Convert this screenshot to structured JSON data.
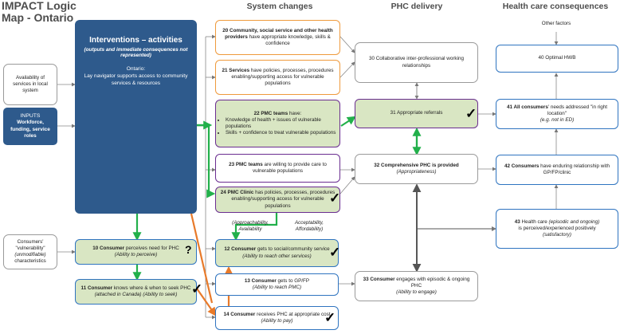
{
  "title": {
    "line1": "IMPACT Logic",
    "line2": "Map - Ontario"
  },
  "columns": {
    "system_changes": "System changes",
    "phc_delivery": "PHC delivery",
    "health_care_consequences": "Health care consequences"
  },
  "inputs": {
    "availability": "Availability of services in local system",
    "inputs_title": "INPUTS",
    "inputs_text": "Workforce, funding, service roles",
    "vulnerability_pre": "Consumers' \"vulnerability\"",
    "vulnerability_em": "(unmodifiable)",
    "vulnerability_post": "characteristics"
  },
  "interventions": {
    "title": "Interventions – activities",
    "subtitle": "(outputs and immediate consequences not represented)",
    "ontario": "Ontario:",
    "text": "Lay navigator supports access to community services & resources"
  },
  "other_factors": "Other factors",
  "boxes": {
    "b20": {
      "num_bold": "20 Community, social service and other health providers",
      "rest": "have appropriate knowledge, skills & confidence"
    },
    "b21": {
      "num_bold": "21 Services",
      "rest": "have policies, processes, procedures enabling/supporting access for vulnerable populations"
    },
    "b22": {
      "num_bold": "22 PMC teams",
      "rest": "have:",
      "bullet1": "Knowledge of health + issues of vulnerable populations",
      "bullet2": "Skills + confidence to treat vulnerable populations"
    },
    "b23": {
      "num_bold": "23 PMC teams",
      "rest": "are willing to provide care to vulnerable populations"
    },
    "b24": {
      "num_bold": "24 PMC Clinic",
      "rest": "has policies, processes, procedures enabling/supporting access for vulnerable populations"
    },
    "b30": {
      "text": "30 Collaborative inter-professional working relationships"
    },
    "b31": {
      "text": "31 Appropriate referrals"
    },
    "b32": {
      "num_bold": "32 Comprehensive PHC is provided",
      "em": "(Appropriateness)"
    },
    "b33": {
      "num_bold": "33 Consumer",
      "rest": "engages with episodic & ongoing PHC",
      "em": "(Ability to engage)"
    },
    "b40": {
      "text": "40 Optimal HWB"
    },
    "b41": {
      "num_bold": "41 All consumers",
      "rest": "' needs addressed \"in right location\"",
      "em": "(e.g. not in ED)"
    },
    "b42": {
      "num_bold": "42 Consumers",
      "rest": "have enduring relationship with GP/FP/clinic"
    },
    "b43": {
      "num_bold": "43",
      "rest": "Health care",
      "em1": "(episodic and ongoing)",
      "rest2": "is perceived/experienced positively",
      "em2": "(satisfactory)"
    },
    "b10": {
      "num_bold": "10 Consumer",
      "rest": "perceives need for PHC",
      "em": "(Ability to perceive)"
    },
    "b11": {
      "num_bold": "11 Consumer",
      "rest": "knows where & when to seek PHC",
      "em": "(attached in Canada) (Ability to seek)"
    },
    "b12": {
      "num_bold": "12 Consumer",
      "rest": "gets to social/community service",
      "em": "(Ability to reach other services)"
    },
    "b13": {
      "num_bold": "13 Consumer",
      "rest": "gets to GP/FP",
      "em": "(Ability to reach PMC)"
    },
    "b14": {
      "num_bold": "14 Consumer",
      "rest": "receives PHC at appropriate cost",
      "em": "(Ability to pay)"
    }
  },
  "dimensions": {
    "left1": "(Approachability,",
    "left2": "Availability",
    "right1": "Acceptability,",
    "right2": "Affordability)"
  },
  "marks": {
    "check": "✓",
    "question": "?"
  },
  "colors": {
    "orange": "#ef9a3c",
    "blue": "#2f74c0",
    "purple": "#6a2d90",
    "green": "#22b04b",
    "green_fill": "#d9e6c3",
    "navy": "#2e5a8c"
  }
}
